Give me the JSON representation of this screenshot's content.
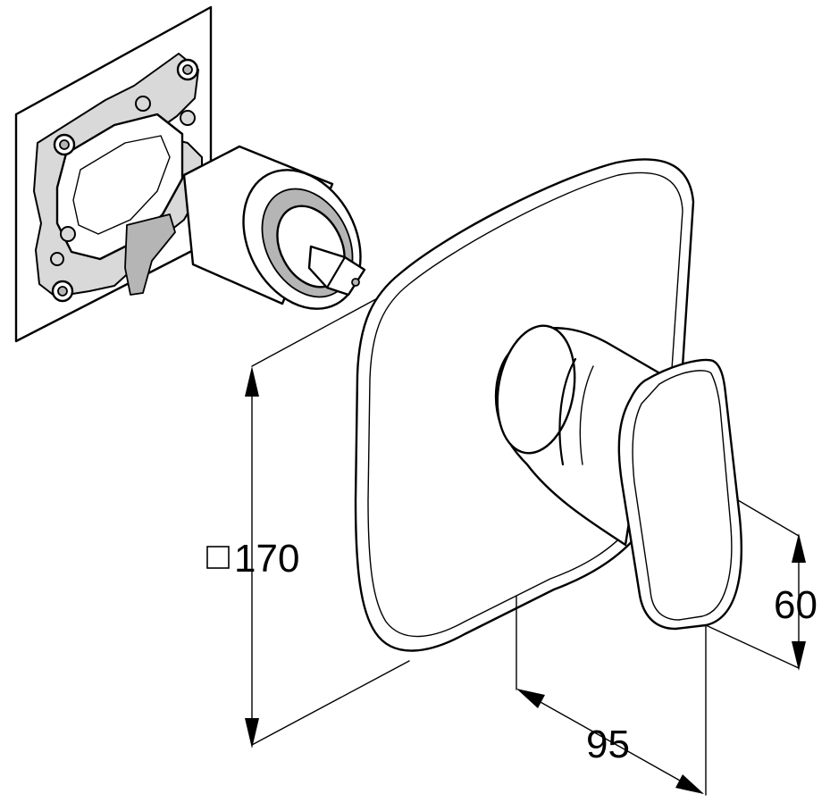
{
  "dimensions": {
    "square_symbol": "□",
    "width_height": "170",
    "depth": "95",
    "handle_height": "60"
  }
}
